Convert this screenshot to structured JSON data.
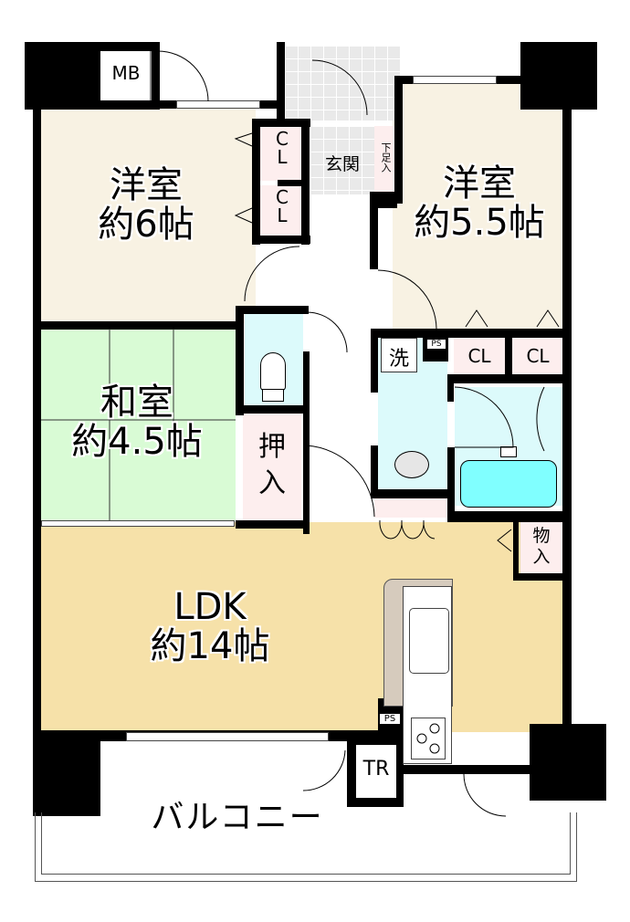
{
  "floorplan": {
    "colors": {
      "western_room": "#f8f2e3",
      "japanese_room": "#d9fbd5",
      "ldk": "#f6e1a9",
      "wet_area": "#dcfafb",
      "closet": "#fdeeee",
      "entrance_tile": "#e9e9e9",
      "bathtub": "#80ffff",
      "kitchen_counter": "#d6cbbd",
      "wall": "#000000"
    },
    "rooms": {
      "western_6": {
        "name": "洋室",
        "size": "約6帖"
      },
      "western_55": {
        "name": "洋室",
        "size": "約5.5帖"
      },
      "japanese": {
        "name": "和室",
        "size": "約4.5帖"
      },
      "ldk": {
        "name": "LDK",
        "size": "約14帖"
      },
      "entrance": {
        "name": "玄関"
      },
      "balcony": {
        "name": "バルコニー"
      }
    },
    "labels": {
      "mb": "MB",
      "cl_1": "C",
      "cl_1b": "L",
      "cl_2": "C",
      "cl_2b": "L",
      "shoe_box": "下足入",
      "laundry": "洗",
      "ps_top": "PS",
      "cl_3": "CL",
      "cl_4": "CL",
      "oshiire_1": "押",
      "oshiire_2": "入",
      "storage_1": "物",
      "storage_2": "入",
      "ps_kitchen": "PS",
      "tr": "TR"
    }
  }
}
